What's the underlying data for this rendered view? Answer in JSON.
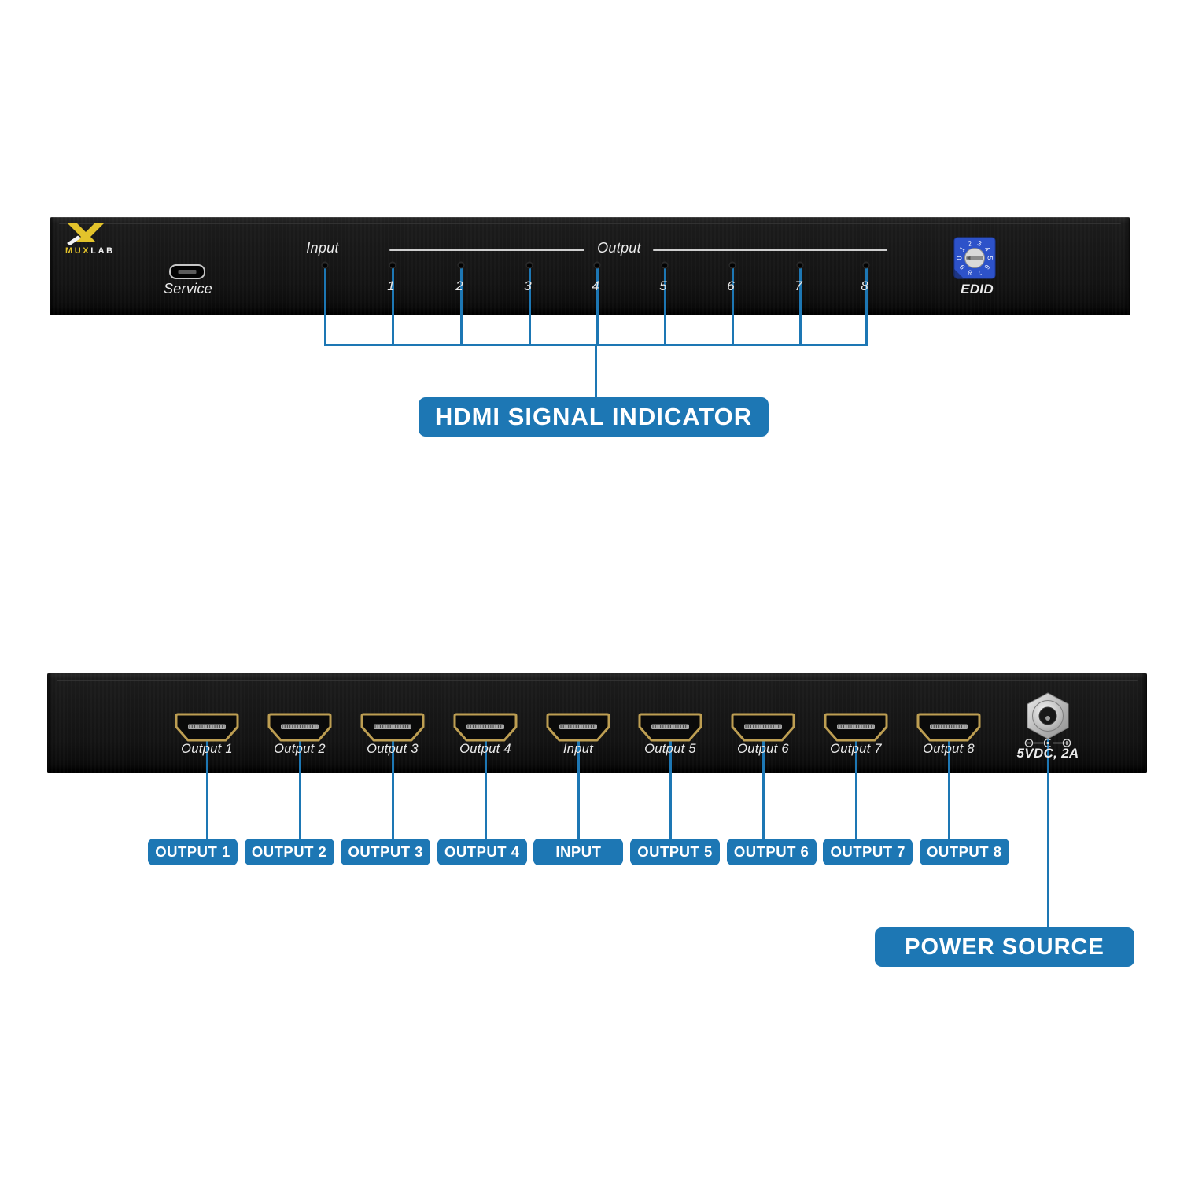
{
  "colors": {
    "callout_blue": "#1d77b4",
    "line_blue": "#1d77b4",
    "edid_blue": "#2d52c9",
    "brand_yellow": "#e3c32b",
    "hdmi_gold": "#bd9e52"
  },
  "front_panel": {
    "brand": {
      "mux": "MUX",
      "lab": "LAB"
    },
    "service_label": "Service",
    "input_label": "Input",
    "output_label": "Output",
    "output_led_numbers": [
      "1",
      "2",
      "3",
      "4",
      "5",
      "6",
      "7",
      "8"
    ],
    "edid_label": "EDID",
    "edid_dial_digits": [
      "0",
      "1",
      "2",
      "3",
      "4",
      "5",
      "6",
      "7",
      "8",
      "9"
    ],
    "callout": "HDMI SIGNAL INDICATOR"
  },
  "rear_panel": {
    "ports": [
      {
        "label": "Output 1",
        "callout": "OUTPUT 1"
      },
      {
        "label": "Output 2",
        "callout": "OUTPUT 2"
      },
      {
        "label": "Output 3",
        "callout": "OUTPUT 3"
      },
      {
        "label": "Output 4",
        "callout": "OUTPUT 4"
      },
      {
        "label": "Input",
        "callout": "INPUT"
      },
      {
        "label": "Output 5",
        "callout": "OUTPUT 5"
      },
      {
        "label": "Output 6",
        "callout": "OUTPUT 6"
      },
      {
        "label": "Output 7",
        "callout": "OUTPUT 7"
      },
      {
        "label": "Output 8",
        "callout": "OUTPUT 8"
      }
    ],
    "power": {
      "label": "5VDC, 2A",
      "callout": "POWER SOURCE"
    }
  }
}
